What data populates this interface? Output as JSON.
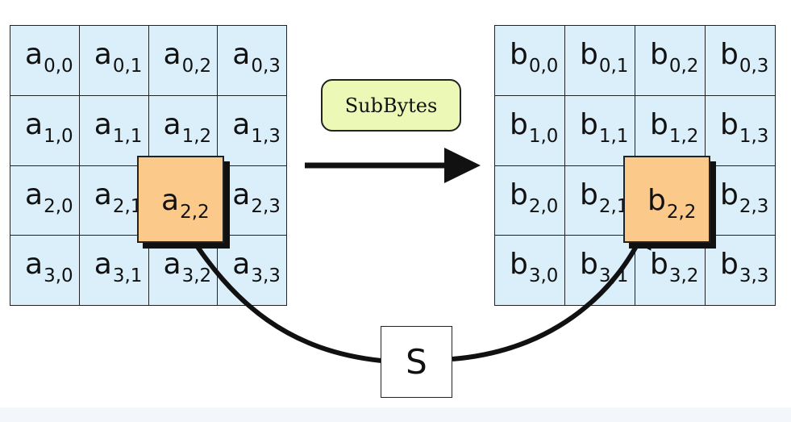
{
  "operation_label": "SubBytes",
  "sbox_label": "S",
  "input_state": {
    "base": "a",
    "cells": [
      [
        "0,0",
        "0,1",
        "0,2",
        "0,3"
      ],
      [
        "1,0",
        "1,1",
        "1,2",
        "1,3"
      ],
      [
        "2,0",
        "2,1",
        "2,2",
        "2,3"
      ],
      [
        "3,0",
        "3,1",
        "3,2",
        "3,3"
      ]
    ],
    "highlighted": "2,2"
  },
  "output_state": {
    "base": "b",
    "cells": [
      [
        "0,0",
        "0,1",
        "0,2",
        "0,3"
      ],
      [
        "1,0",
        "1,1",
        "1,2",
        "1,3"
      ],
      [
        "2,0",
        "2,1",
        "2,2",
        "2,3"
      ],
      [
        "3,0",
        "3,1",
        "3,2",
        "3,3"
      ]
    ],
    "highlighted": "2,2"
  },
  "colors": {
    "cell_fill": "#dbeffa",
    "highlight_fill": "#fbc98a",
    "label_fill": "#ecf9b6",
    "stroke": "#111111"
  }
}
